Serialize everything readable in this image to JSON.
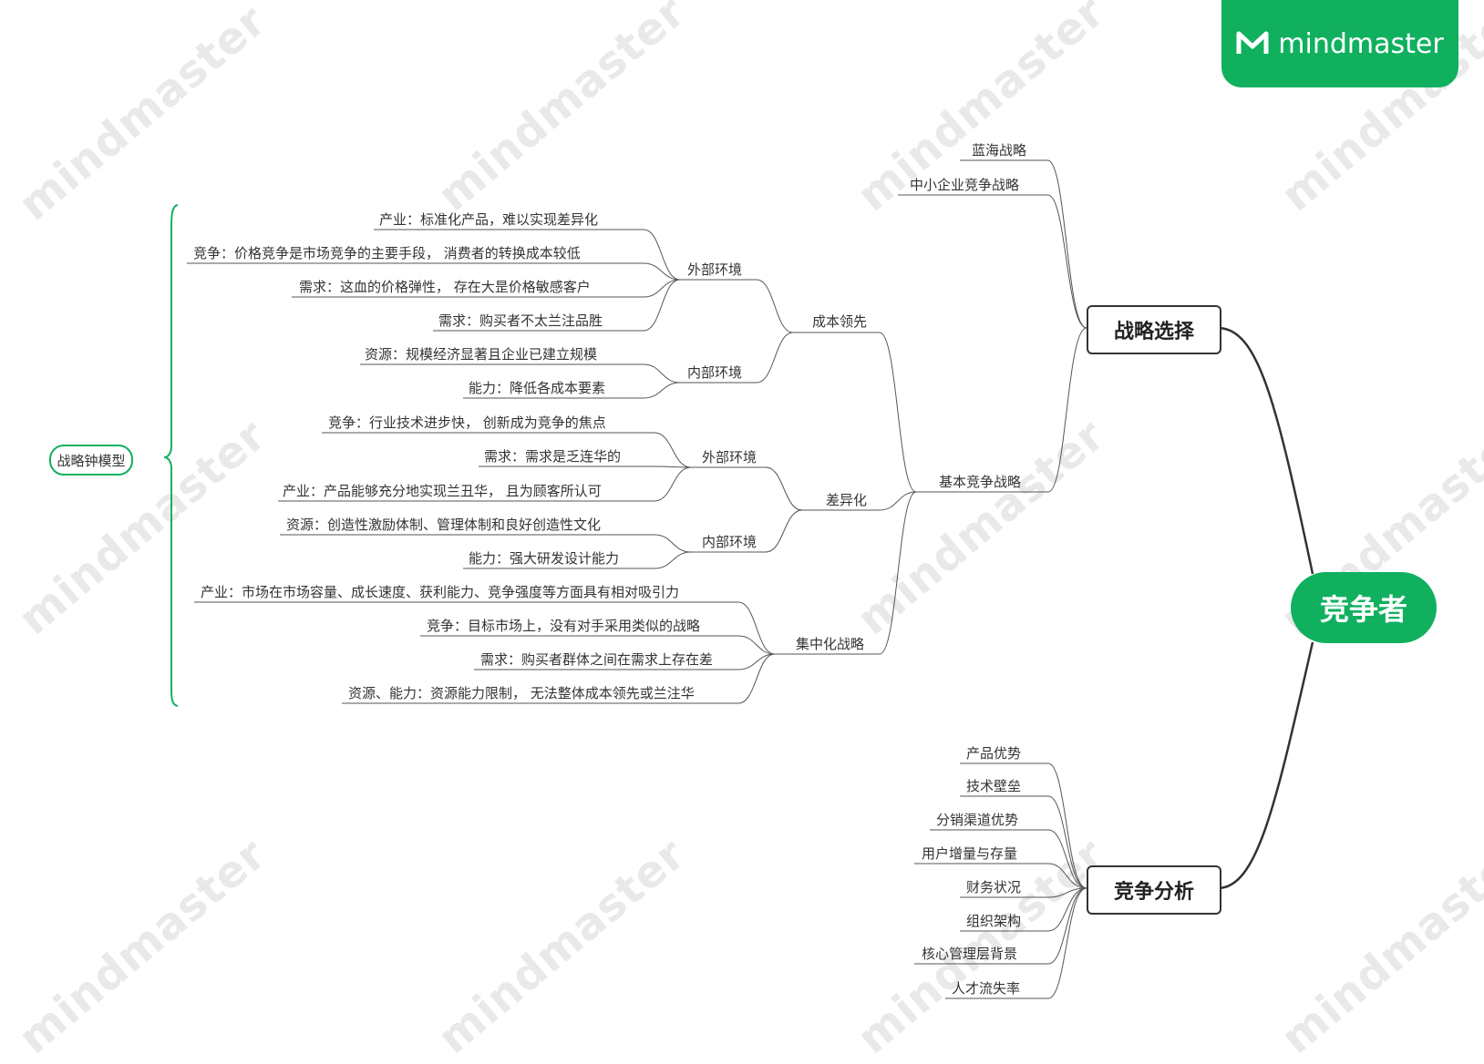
{
  "brand": {
    "name": "mindmaster",
    "color": "#10b05f"
  },
  "watermark": "mindmaster",
  "root": "竞争者",
  "branch_strategy": {
    "label": "战略选择",
    "blue_ocean": "蓝海战略",
    "sme": "中小企业竞争战略",
    "basic": "基本竞争战略",
    "cost": {
      "label": "成本领先",
      "external": {
        "label": "外部环境",
        "items": [
          "产业：标准化产品，难以实现差异化",
          "竞争：价格竞争是市场竞争的主要手段， 消费者的转换成本较低",
          "需求：这血的价格弹性， 存在大昰价格敏感客户",
          "需求：购买者不太兰注品胜"
        ]
      },
      "internal": {
        "label": "内部环境",
        "items": [
          "资源：规模经济显著且企业已建立规模",
          "能力：降低各成本要素"
        ]
      }
    },
    "diff": {
      "label": "差异化",
      "external": {
        "label": "外部环境",
        "items": [
          "竞争：行业技术进步快， 创新成为竞争的焦点",
          "需求：需求是乏连华的",
          "产业：产品能够充分地实现兰丑华， 且为顾客所认可"
        ]
      },
      "internal": {
        "label": "内部环境",
        "items": [
          "资源：创造性激励体制、管理体制和良好创造性文化",
          "能力：强大研发设计能力"
        ]
      }
    },
    "focus": {
      "label": "集中化战略",
      "items": [
        "产业：市场在市场容量、成长速度、获利能力、竞争强度等方面具有相对吸引力",
        "竞争：目标市场上，没有对手采用类似的战略",
        "需求：购买者群体之间在需求上存在差",
        "资源、能力：资源能力限制， 无法整体成本领先或兰注华"
      ]
    }
  },
  "model_label": "战略钟模型",
  "branch_analysis": {
    "label": "竞争分析",
    "items": [
      "产品优势",
      "技术壁垒",
      "分销渠道优势",
      "用户增量与存量",
      "财务状况",
      "组织架构",
      "核心管理层背景",
      "人才流失率"
    ]
  }
}
